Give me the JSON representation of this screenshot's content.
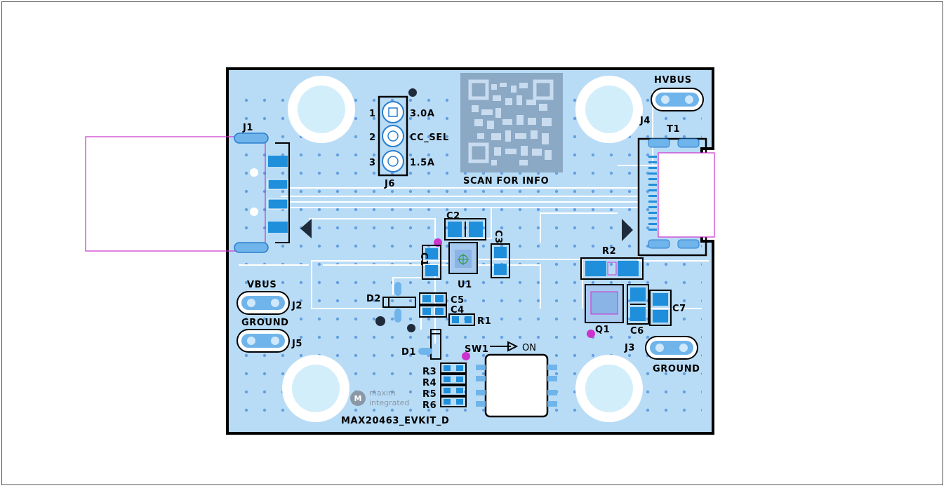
{
  "board": {
    "name": "MAX20463_EVKIT_D",
    "qr_caption": "SCAN FOR INFO",
    "logo": {
      "line1": "maxim",
      "line2": "integrated",
      "mark": "M"
    }
  },
  "connectors": {
    "J1": "J1",
    "J2": "J2",
    "J2_label": "VBUS",
    "J3": "J3",
    "J3_label": "GROUND",
    "J4": "J4",
    "J4_label": "HVBUS",
    "J5": "J5",
    "J5_label": "GROUND",
    "J6": "J6",
    "T1": "T1"
  },
  "jumper_j6": {
    "pins": [
      "1",
      "2",
      "3"
    ],
    "settings": [
      "3.0A",
      "CC_SEL",
      "1.5A"
    ]
  },
  "components": {
    "C1": "C1",
    "C2": "C2",
    "C3": "C3",
    "C4": "C4",
    "C5": "C5",
    "C6": "C6",
    "C7": "C7",
    "D1": "D1",
    "D2": "D2",
    "Q1": "Q1",
    "R1": "R1",
    "R2": "R2",
    "R3": "R3",
    "R4": "R4",
    "R5": "R5",
    "R6": "R6",
    "U1": "U1",
    "SW1": "SW1",
    "SW1_state": "ON"
  },
  "colors": {
    "board": "#b9dcf6",
    "trace": "#ffffff",
    "pad": "#1f8fdc",
    "mount_hole": "#d2eefa",
    "magenta": "#cc33cc",
    "qr_bg": "#8ba9c4",
    "silkscreen": "#000000"
  }
}
